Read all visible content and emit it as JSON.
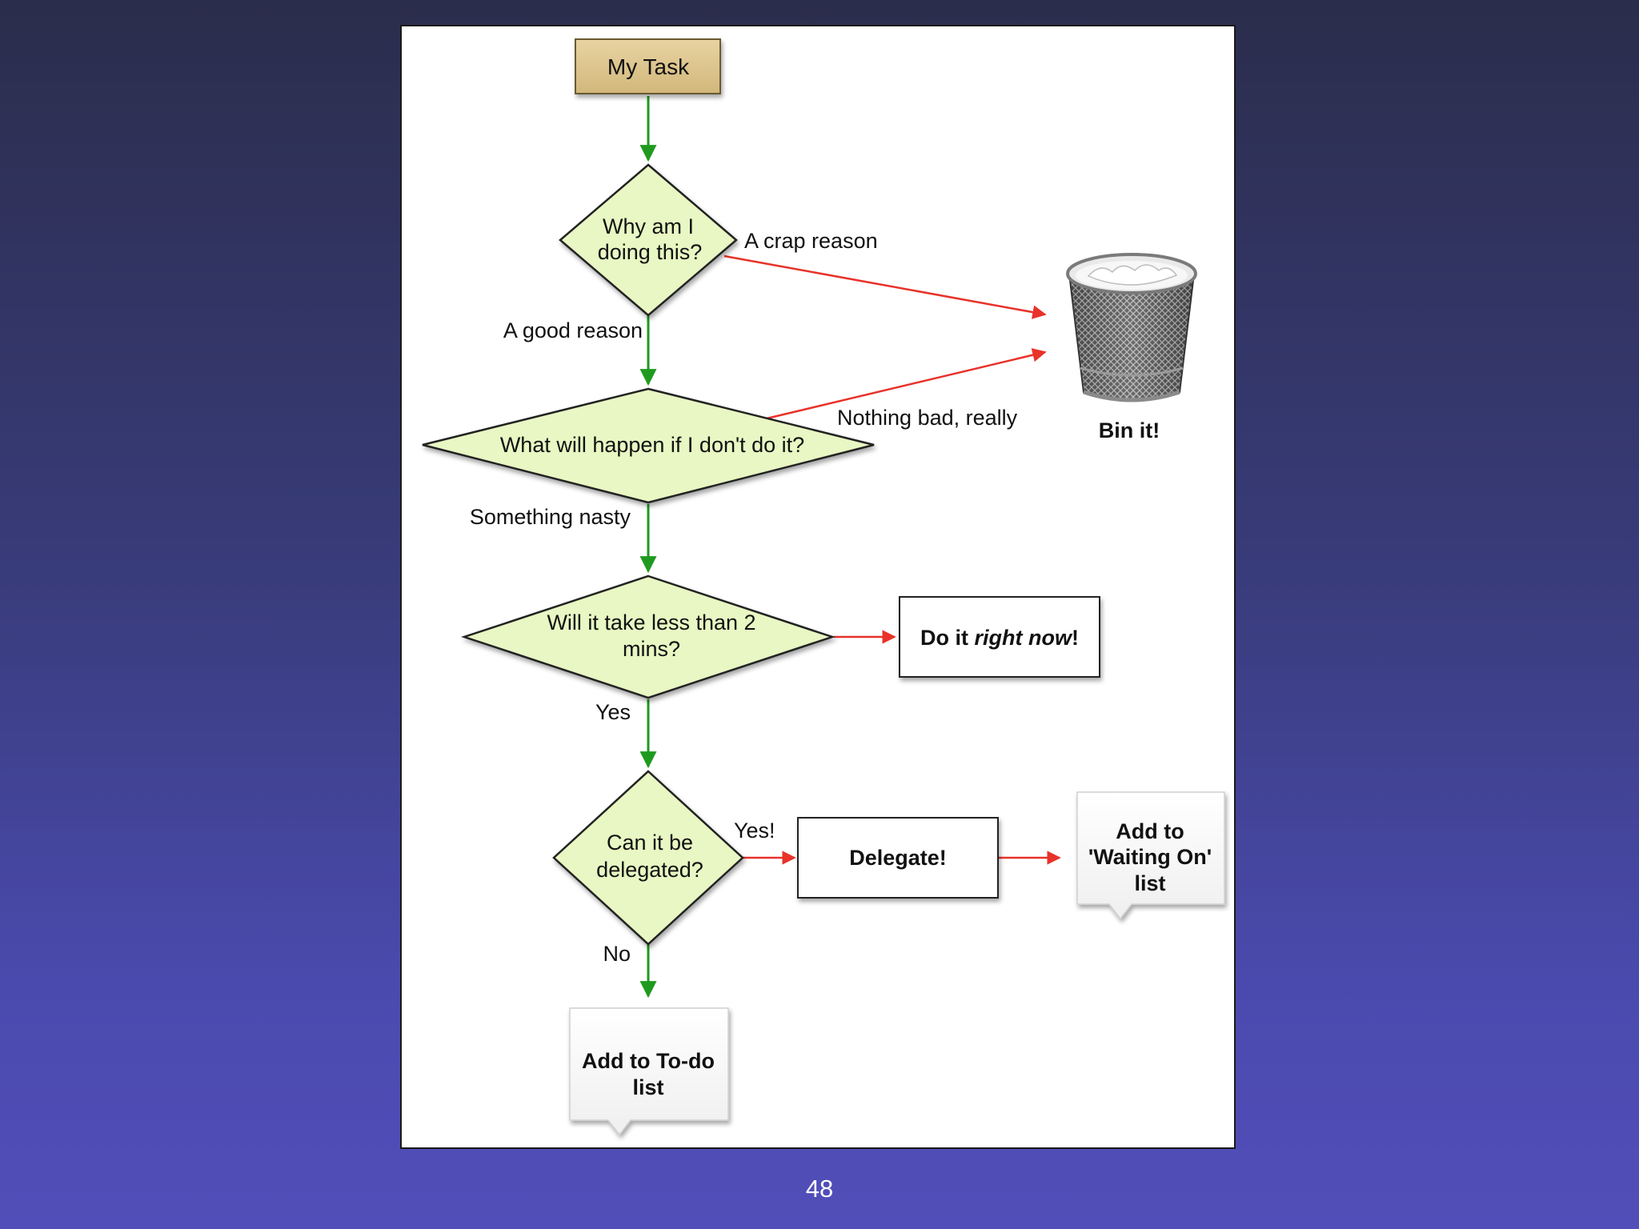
{
  "diagram": {
    "nodes": {
      "start": {
        "label": "My Task"
      },
      "q_why": {
        "lines": [
          "Why am I",
          "doing this?"
        ]
      },
      "q_what": {
        "label": "What will happen if I don't do it?"
      },
      "q_time": {
        "lines": [
          "Will it take less than 2",
          "mins?"
        ]
      },
      "q_delegate": {
        "lines": [
          "Can it be",
          "delegated?"
        ]
      },
      "do_now": {
        "prefix": "Do it ",
        "emphasis": "right now",
        "suffix": "!"
      },
      "delegate": {
        "label": "Delegate!"
      },
      "waiting": {
        "lines": [
          "Add to",
          "'Waiting On'",
          "list"
        ]
      },
      "todo": {
        "lines": [
          "Add to To-do",
          "list"
        ]
      },
      "bin": {
        "label": "Bin it!",
        "icon": "trash-can-icon"
      }
    },
    "edges": {
      "crap": {
        "label": "A crap reason"
      },
      "good": {
        "label": "A good reason"
      },
      "nothing": {
        "label": "Nothing bad, really"
      },
      "nasty": {
        "label": "Something nasty"
      },
      "yes": {
        "label": "Yes"
      },
      "yes_delegate": {
        "label": "Yes!"
      },
      "no": {
        "label": "No"
      }
    },
    "colors": {
      "task_fill": "#dcc48e",
      "decision_fill": "#e8f7c3",
      "flow_arrow": "#1f9a1f",
      "branch_arrow": "#e8322a"
    }
  },
  "page_number": "48"
}
